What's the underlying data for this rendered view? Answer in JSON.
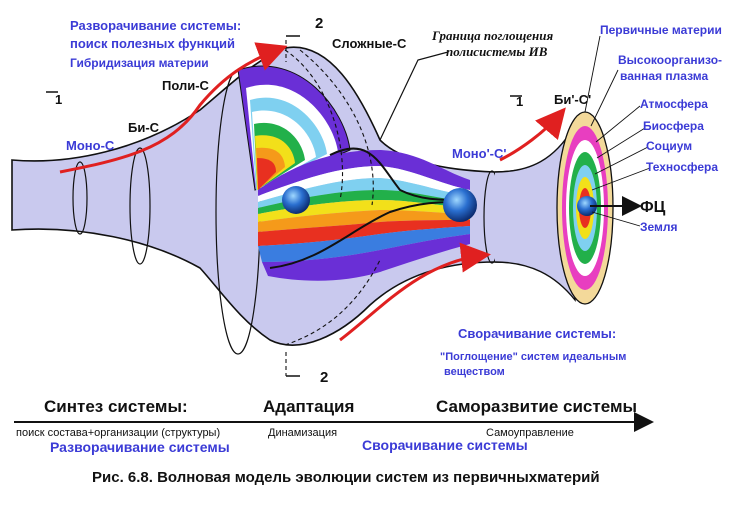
{
  "labels": {
    "unfold_title_1": "Разворачивание системы:",
    "unfold_title_2": "поиск полезных функций",
    "hybrid": "Гибридизация материи",
    "mono_c": "Моно-С",
    "bi_c": "Би-С",
    "poly_c": "Поли-С",
    "complex_c": "Сложные-С",
    "section_2": "2",
    "section_1": "1",
    "boundary_1": "Граница поглощения",
    "boundary_2": "полисистемы ИВ",
    "mono_c_prime": "Моно'-С'",
    "bi_c_prime": "Би'-С'",
    "fc": "ФЦ",
    "fold_title": "Сворачивание системы:",
    "absorb_1": "\"Поглощение\" систем идеальным",
    "absorb_2": "веществом"
  },
  "legend": {
    "primary": "Первичные материи",
    "plasma_1": "Высокоорганизо-",
    "plasma_2": "ванная плазма",
    "atmosphere": "Атмосфера",
    "biosphere": "Биосфера",
    "society": "Социум",
    "technosphere": "Техносфера",
    "earth": "Земля"
  },
  "axis": {
    "synthesis": "Синтез системы:",
    "adaptation": "Адаптация",
    "selfdev": "Саморазвитие системы",
    "search": "поиск состава+организации (структуры)",
    "dynamization": "Динамизация",
    "selfcontrol": "Самоуправление",
    "unfolding": "Разворачивание системы",
    "folding": "Сворачивание системы"
  },
  "caption": "Рис. 6.8.  Волновая модель эволюции систем из первичныхматерий",
  "colors": {
    "body": "#c9c9ee",
    "outline": "#111111",
    "arrow_red": "#e02020",
    "label_blue": "#3b3bd6",
    "stripes": [
      "#6a2fd6",
      "#ffffff",
      "#7fd0f0",
      "#ffffff",
      "#22b04a",
      "#f2e01a",
      "#f59a1a",
      "#e83020",
      "#3a7de0"
    ]
  }
}
